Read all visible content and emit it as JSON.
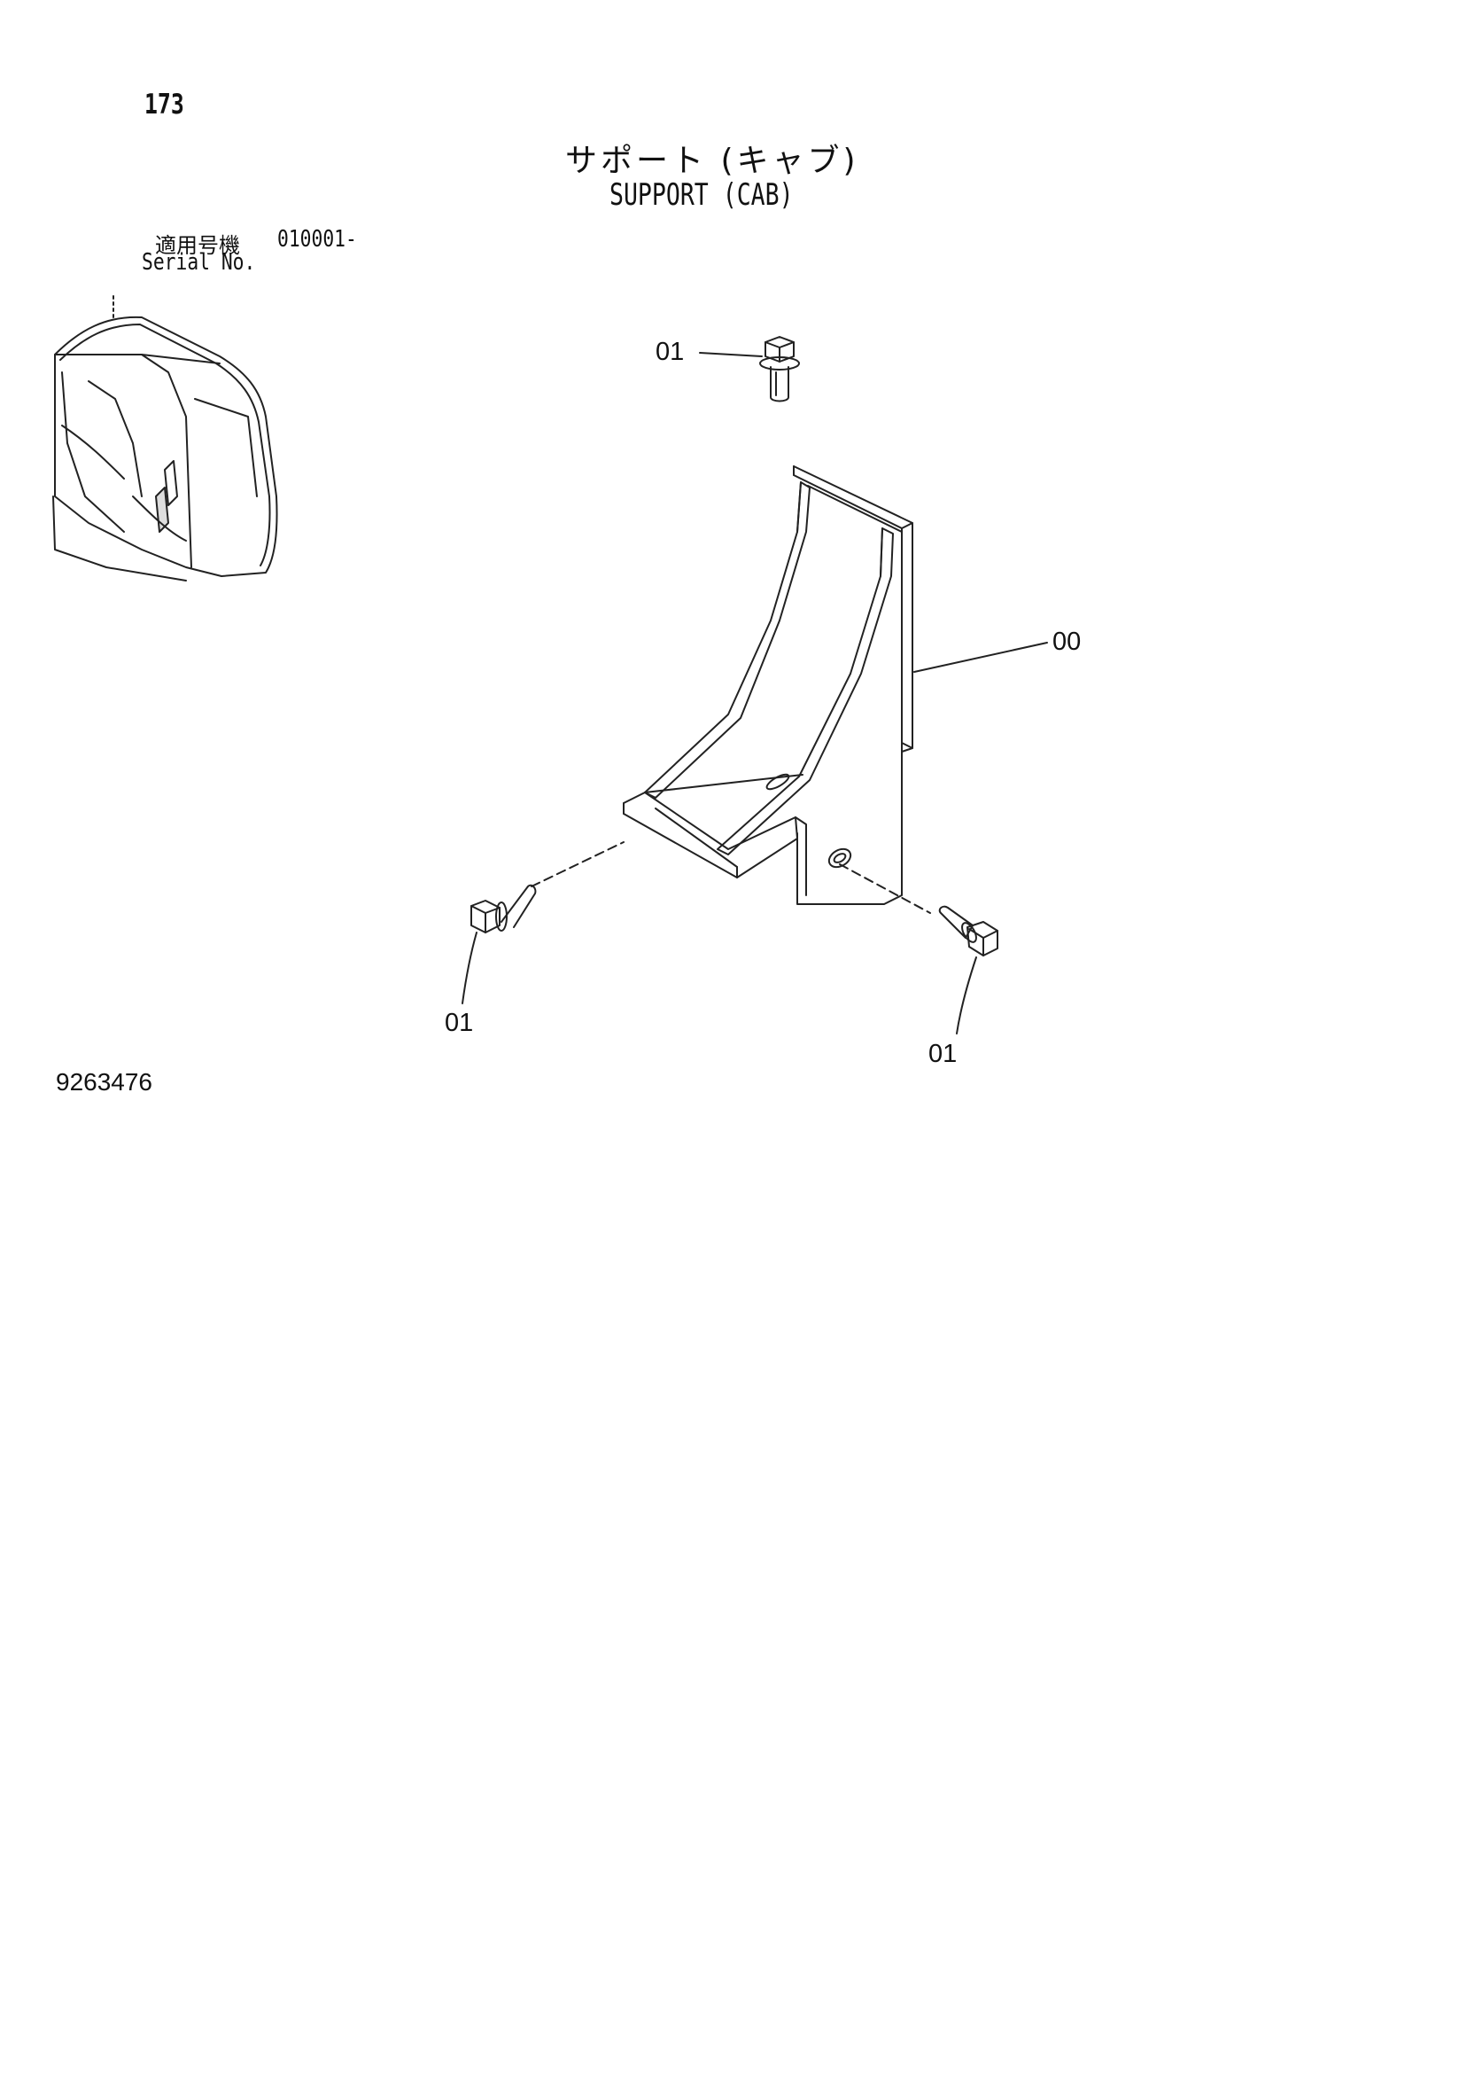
{
  "header": {
    "page_number": "173",
    "title_jp": "サポート (キャブ)",
    "title_en": "SUPPORT (CAB)"
  },
  "serial": {
    "label_jp": "適用号機",
    "value": "010001-",
    "label_en": "Serial No."
  },
  "callouts": {
    "top_bolt": "01",
    "support": "00",
    "left_bolt": "01",
    "right_bolt": "01"
  },
  "footer": {
    "drawing_number": "9263476"
  },
  "colors": {
    "line": "#222222",
    "background": "#ffffff"
  }
}
